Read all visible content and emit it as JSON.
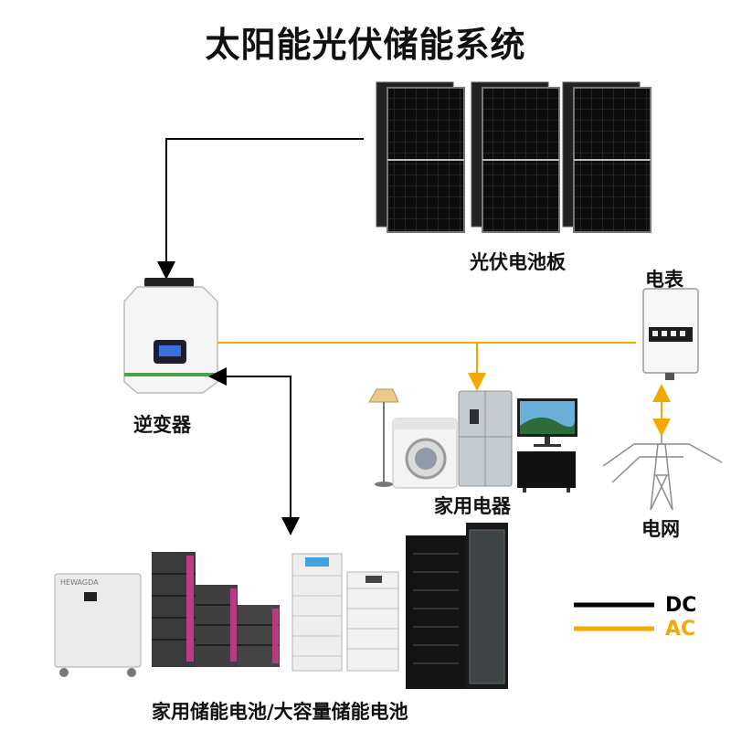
{
  "title": "太阳能光伏储能系统",
  "labels": {
    "pv_panels": "光伏电池板",
    "meter": "电表",
    "inverter": "逆变器",
    "appliances": "家用电器",
    "grid": "电网",
    "batteries": "家用储能电池/大容量储能电池"
  },
  "brand": "HEWAGDA",
  "legend": [
    {
      "label": "DC",
      "color": "#000000"
    },
    {
      "label": "AC",
      "color": "#f5a800"
    }
  ]
}
